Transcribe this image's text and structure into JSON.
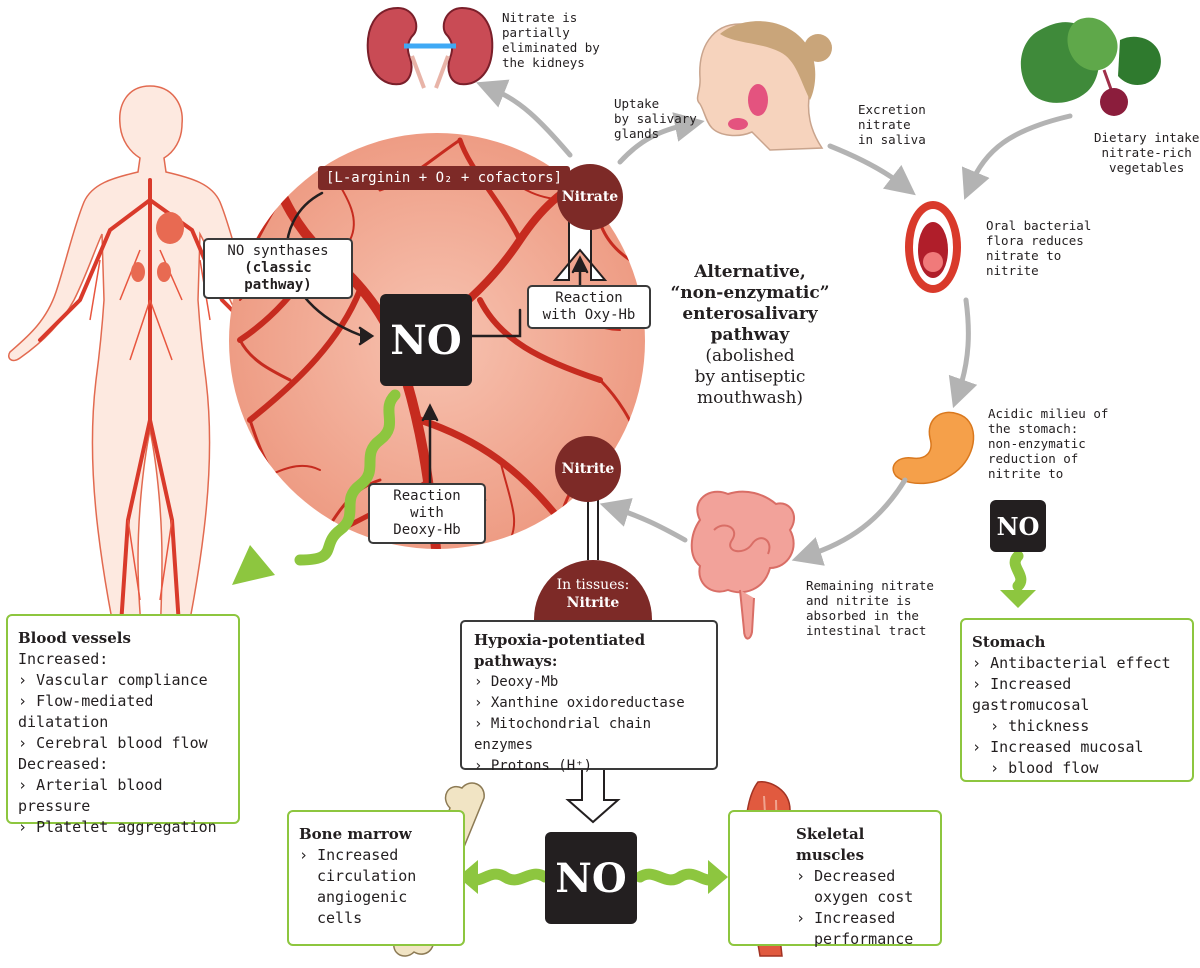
{
  "colors": {
    "accent_green": "#8dc63f",
    "dark_red": "#7d2a27",
    "vessel_red": "#d93a2b",
    "tissue_pink": "#f3b09b",
    "arrow_gray": "#b3b3b3",
    "no_box": "#231f20"
  },
  "center": {
    "substrate": "[L-arginin + O₂ + cofactors]",
    "nos_line1": "NO synthases",
    "nos_line2": "(classic pathway)",
    "no_label": "NO",
    "nitrate": "Nitrate",
    "nitrite": "Nitrite",
    "oxy_line1": "Reaction",
    "oxy_line2": "with Oxy-Hb",
    "deoxy_line1": "Reaction with",
    "deoxy_line2": "Deoxy-Hb"
  },
  "pathway": {
    "line1": "Alternative,",
    "line2": "“non-enzymatic”",
    "line3": "enterosalivary",
    "line4": "pathway",
    "line5": "(abolished",
    "line6": "by antiseptic",
    "line7": "mouthwash)"
  },
  "captions": {
    "kidneys": [
      "Nitrate is",
      "partially",
      "eliminated by",
      "the kidneys"
    ],
    "uptake": [
      "Uptake",
      "by salivary",
      "glands"
    ],
    "excretion": [
      "Excretion",
      "nitrate",
      "in saliva"
    ],
    "dietary": [
      "Dietary intake",
      "nitrate-rich",
      "vegetables"
    ],
    "oral": [
      "Oral bacterial",
      "flora reduces",
      "nitrate to",
      "nitrite"
    ],
    "stomach_acid": [
      "Acidic milieu of",
      "the stomach:",
      "non-enzymatic",
      "reduction of",
      "nitrite to"
    ],
    "intestine": [
      "Remaining nitrate",
      "and nitrite is",
      "absorbed in the",
      "intestinal tract"
    ]
  },
  "no_labels": {
    "stomach": "NO",
    "bottom": "NO"
  },
  "tissues": {
    "line1": "In tissues:",
    "line2": "Nitrite"
  },
  "hypoxia": {
    "title_line1": "Hypoxia-potentiated",
    "title_line2": "pathways:",
    "items": [
      "Deoxy-Mb",
      "Xanthine oxidoreductase",
      "Mitochondrial chain enzymes",
      "Protons (H⁺)"
    ]
  },
  "blood_vessels": {
    "title": "Blood vessels",
    "increased": "Increased:",
    "inc_items": [
      "Vascular compliance",
      "Flow-mediated dilatation",
      "Cerebral blood flow"
    ],
    "decreased": "Decreased:",
    "dec_items": [
      "Arterial blood pressure",
      "Platelet aggregation"
    ]
  },
  "stomach": {
    "title": "Stomach",
    "items": [
      "Antibacterial effect",
      "Increased gastromucosal",
      "Increased mucosal"
    ],
    "cont": [
      "thickness",
      "blood flow"
    ]
  },
  "bone_marrow": {
    "title": "Bone marrow",
    "item_line1": "Increased",
    "item_line2": "circulation",
    "item_line3": "angiogenic",
    "item_line4": "cells"
  },
  "skeletal": {
    "title": "Skeletal muscles",
    "item1_line1": "Decreased",
    "item1_line2": "oxygen cost",
    "item2_line1": "Increased",
    "item2_line2": "performance"
  }
}
